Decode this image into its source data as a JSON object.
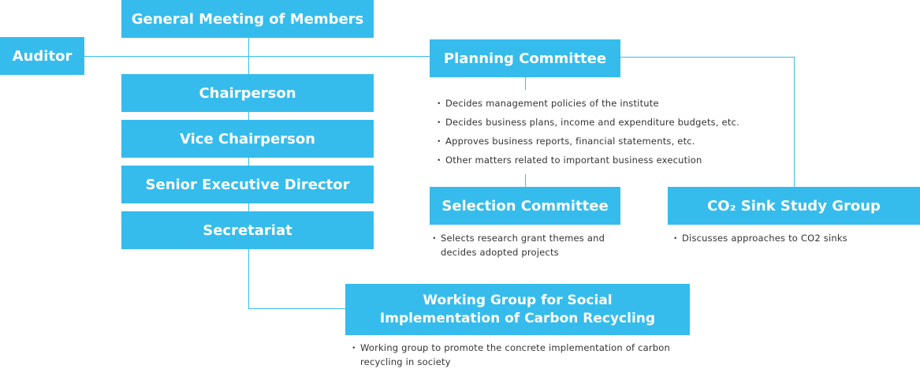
{
  "boxes": {
    "general_meeting": "General Meeting of Members",
    "auditor": "Auditor",
    "chairperson": "Chairperson",
    "vice_chairperson": "Vice Chairperson",
    "senior_executive_director": "Senior Executive Director",
    "secretariat": "Secretariat",
    "planning_committee": "Planning Committee",
    "selection_committee": "Selection Committee",
    "co2_study_group": "CO₂ Sink Study Group",
    "working_group_line1": "Working Group for Social",
    "working_group_line2": "Implementation of Carbon Recycling"
  },
  "notes": {
    "planning": [
      "Decides management policies of the institute",
      "Decides business plans, income and expenditure budgets, etc.",
      "Approves business reports, financial statements, etc.",
      "Other matters related to important business execution"
    ],
    "selection": [
      "Selects research grant themes and decides adopted projects"
    ],
    "co2": [
      "Discusses approaches to CO2 sinks"
    ],
    "working": [
      "Working group to promote the concrete implementation of carbon recycling in society"
    ]
  },
  "colors": {
    "box_fill": "#35bcec",
    "box_text": "#ffffff",
    "connector": "#35bcec",
    "note_text": "#333333"
  }
}
